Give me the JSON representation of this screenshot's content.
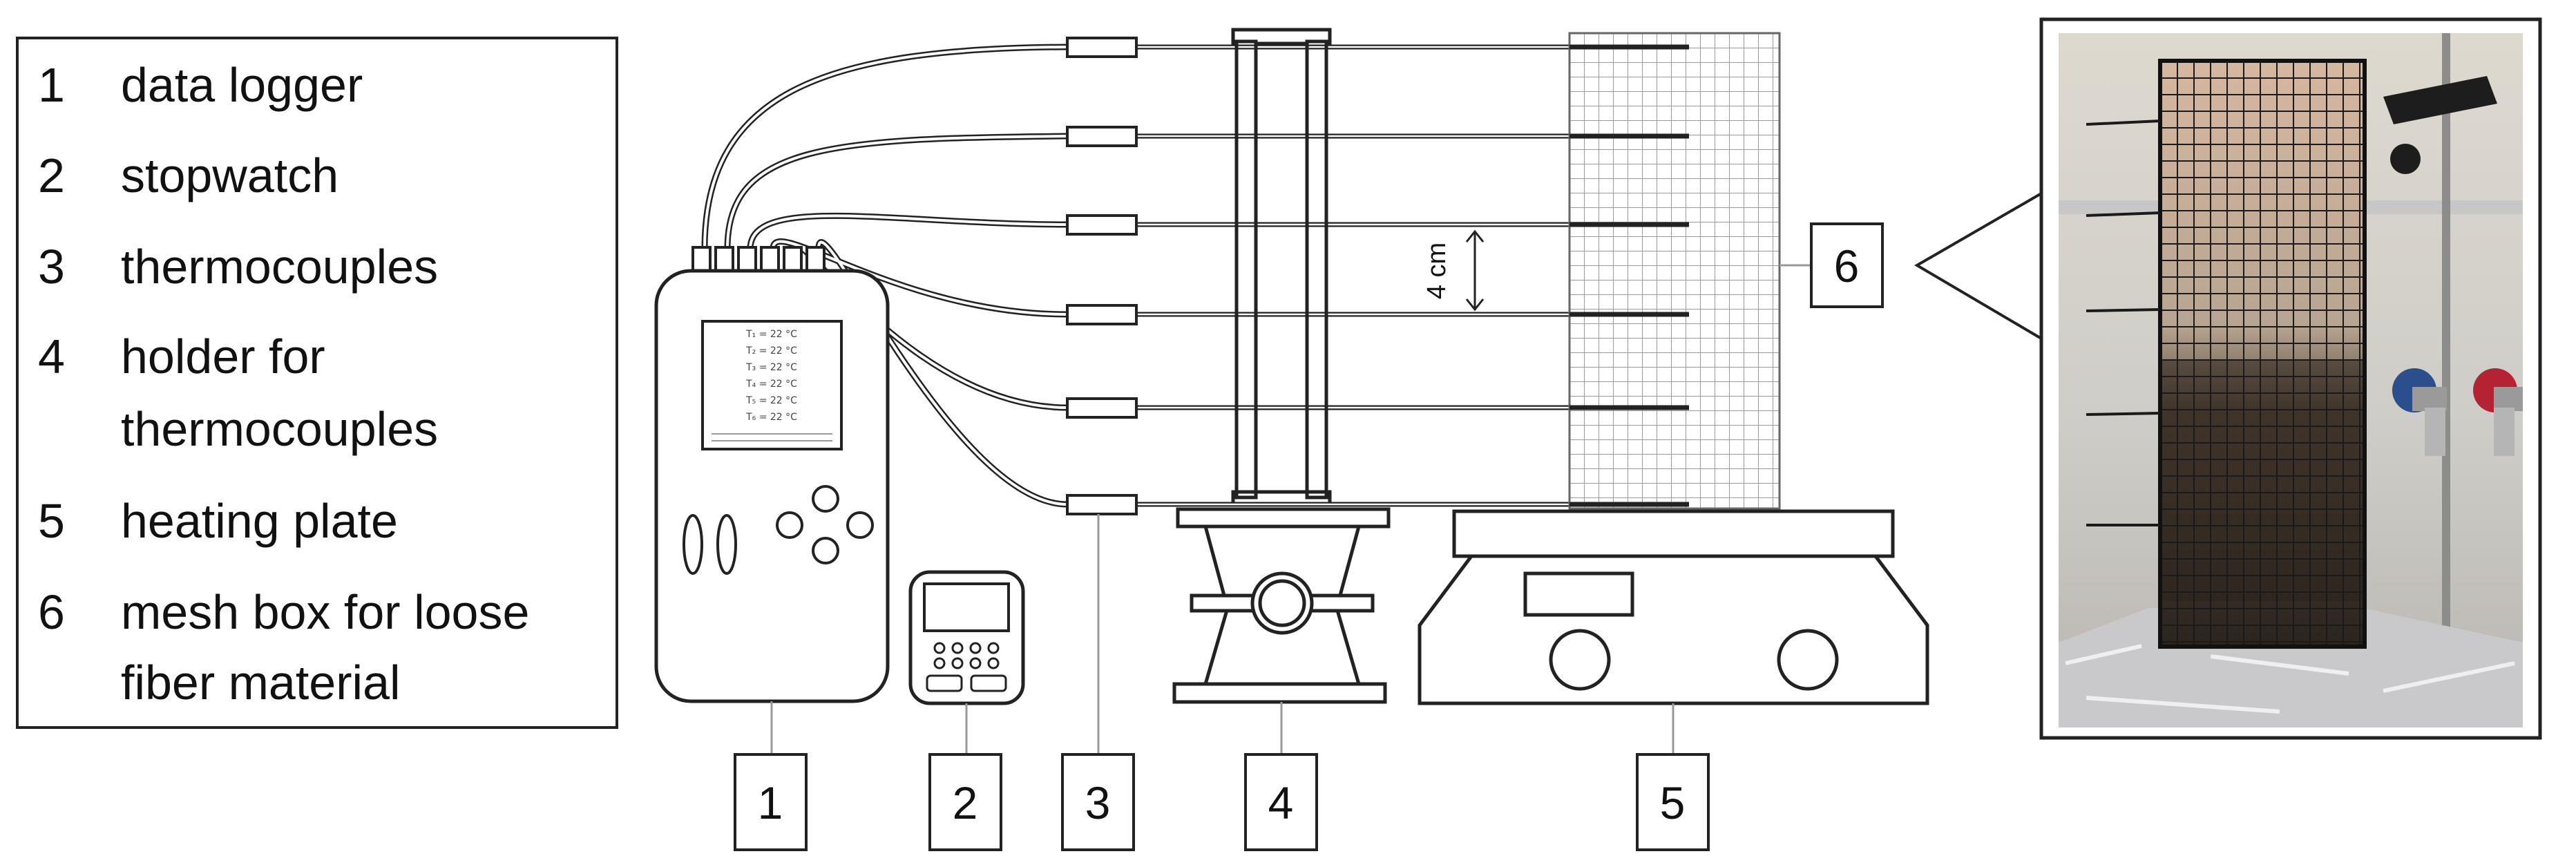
{
  "legend": {
    "items": [
      {
        "num": "1",
        "lines": [
          "data logger"
        ]
      },
      {
        "num": "2",
        "lines": [
          "stopwatch"
        ]
      },
      {
        "num": "3",
        "lines": [
          "thermocouples"
        ]
      },
      {
        "num": "4",
        "lines": [
          "holder for",
          "thermocouples"
        ]
      },
      {
        "num": "5",
        "lines": [
          "heating plate"
        ]
      },
      {
        "num": "6",
        "lines": [
          "mesh box for loose",
          "fiber material"
        ]
      }
    ]
  },
  "callouts": [
    "1",
    "2",
    "3",
    "4",
    "5",
    "6"
  ],
  "logger_screen": {
    "readings": [
      "T₁ = 22 °C",
      "T₂ = 22 °C",
      "T₃ = 22 °C",
      "T₄ = 22 °C",
      "T₅ = 22 °C",
      "T₆ = 22 °C"
    ]
  },
  "dimension": {
    "label": "4 cm"
  },
  "colors": {
    "line": "#222222",
    "mesh": "#9a9a9a",
    "photo_frame": "#222222"
  }
}
